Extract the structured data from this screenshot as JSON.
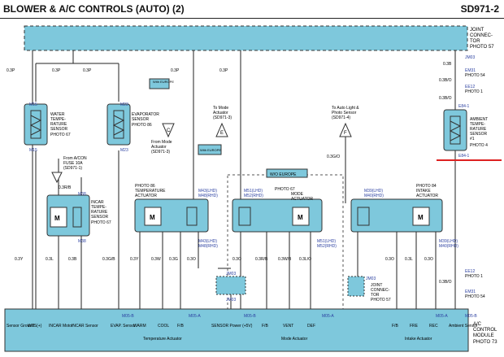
{
  "header": {
    "title": "BLOWER & A/C CONTROLS (AUTO) (2)",
    "code": "SD971-2"
  },
  "joint_connector": {
    "lines": [
      "JOINT",
      "CONNEC-",
      "TOR"
    ],
    "photo": "PHOTO 57"
  },
  "wires": {
    "p03": "0.3P",
    "l03": "0.3L",
    "b03": "0.3B",
    "y03": "0.3Y",
    "w03": "0.3W",
    "g03": "0.3G",
    "o03": "0.3O",
    "rb03": "0.3R/B",
    "wb03": "0.3W/B",
    "lo03": "0.3L/O",
    "gb03": "0.3G/B",
    "bo03": "0.3B/O",
    "go03": "0.3G/O"
  },
  "connectors": {
    "m15": "M15",
    "m23": "M23",
    "m38": "M38",
    "m43": "M43(LHD)",
    "m48": "M48(RHD)",
    "m51": "M51(LHD)",
    "m52": "M52(RHD)",
    "m39": "M39(LHD)",
    "m40": "M40(RHD)",
    "jm03": "JM03",
    "m05b": "M05-B",
    "m05a": "M05-A",
    "em31": "EM31",
    "ee12": "EE12",
    "e84": "E84-1"
  },
  "photos": {
    "p54": "PHOTO 54",
    "p1": "PHOTO 1",
    "p4": "PHOTO 4",
    "p67": "PHOTO 67",
    "p86": "PHOTO 86",
    "p84": "PHOTO 84",
    "p73": "PHOTO 73",
    "p57": "PHOTO 57"
  },
  "components": {
    "water": [
      "WATER",
      "TEMPE-",
      "RATURE",
      "SENSOR"
    ],
    "evap": [
      "EVAPORATOR",
      "SENSOR"
    ],
    "incar": [
      "INCAR",
      "TEMPE-",
      "RATURE",
      "SENSOR"
    ],
    "temp_act": [
      "TEMPERATURE",
      "ACTUATOR"
    ],
    "mode_act": [
      "MODE",
      "ACTUATOR"
    ],
    "intake_act": [
      "INTAKE",
      "ACTUATOR"
    ],
    "ambient": [
      "AMBIENT",
      "TEMPE-",
      "RATURE",
      "SENSOR",
      "#1"
    ]
  },
  "notes": {
    "with_europe": "With EUROPE",
    "wo_europe": "W/O EUROPE",
    "from_acon": [
      "From A/CON",
      "FUSE 10A",
      "(SD971-1)"
    ],
    "from_mode": [
      "From Mode",
      "Actuator",
      "(SD971-3)"
    ],
    "to_mode": [
      "To Mode",
      "Actuator",
      "(SD971-3)"
    ],
    "to_auto": [
      "To Auto Light &",
      "Photo Sensor",
      "(SD971-4)"
    ]
  },
  "bottom": {
    "l1": "Sensor Ground",
    "l2": "WTS(+)",
    "l3": "INCAR Motor",
    "l4": "INCAR Sensor",
    "l5": "EVAP. Sensor",
    "l6": "WARM",
    "l7": "COOL",
    "l8": "F/B",
    "l9": "SENSOR Power (+5V)",
    "l10": "F/B",
    "l11": "VENT",
    "l12": "DEF",
    "l13": "F/B",
    "l14": "FRE",
    "l15": "REC",
    "l16": "Ambient Sensor",
    "g1": "Temperature Actuator",
    "g2": "Mode Actuator",
    "g3": "Intake Actuator",
    "module": [
      "A/C",
      "CONTROL",
      "MODULE"
    ]
  }
}
